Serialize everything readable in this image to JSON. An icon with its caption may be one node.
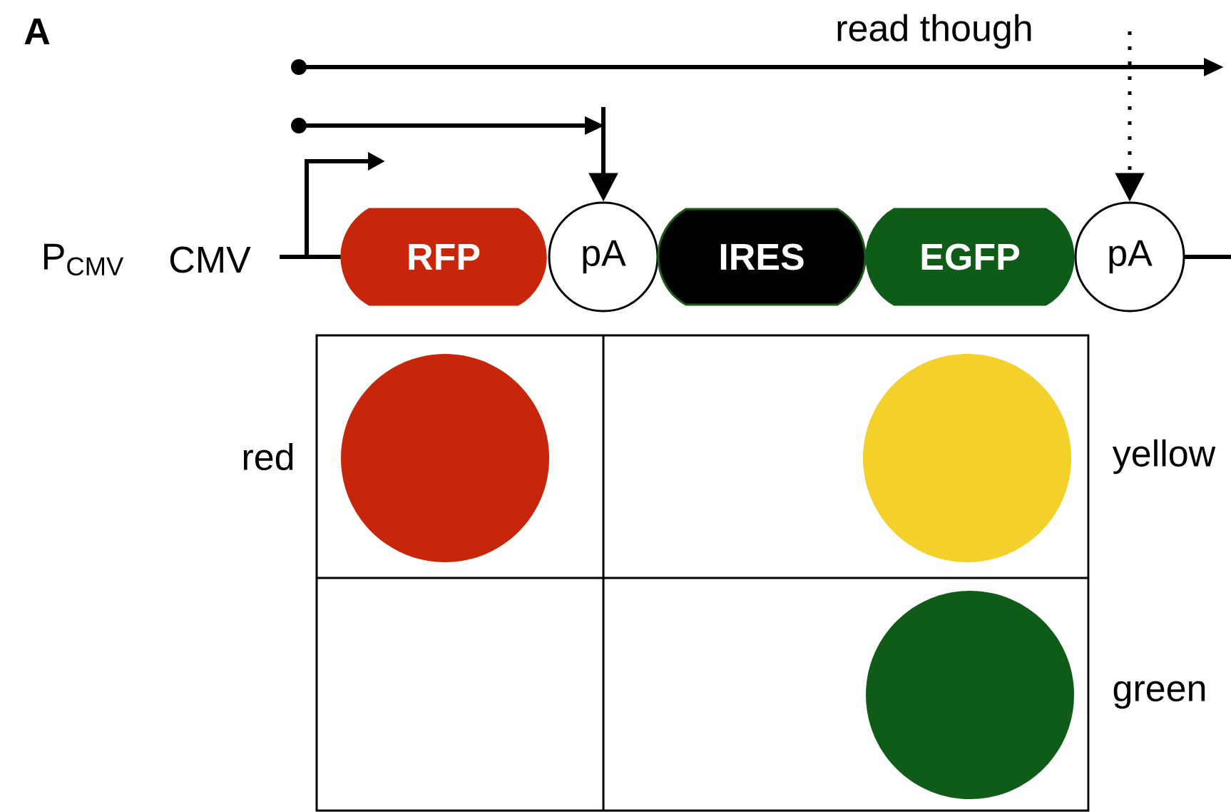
{
  "diagram": {
    "nodes": [
      {
        "text": [
          "RFP"
        ]
      },
      {
        "text": [
          "pA"
        ]
      },
      {
        "text": [
          "IRES"
        ]
      },
      {
        "text": [
          "EGFP"
        ]
      },
      {
        "text": [
          "pA"
        ]
      }
    ],
    "edges": [
      {
        "from": null,
        "to": 1,
        "arrow": "to"
      },
      {
        "from": null,
        "to": 4,
        "arrow": "to",
        "style": "dashed"
      }
    ],
    "labels": [
      "A",
      "read though",
      "P$_{CMV}$",
      "CMV",
      "red",
      "yellow",
      "green"
    ]
  }
}
